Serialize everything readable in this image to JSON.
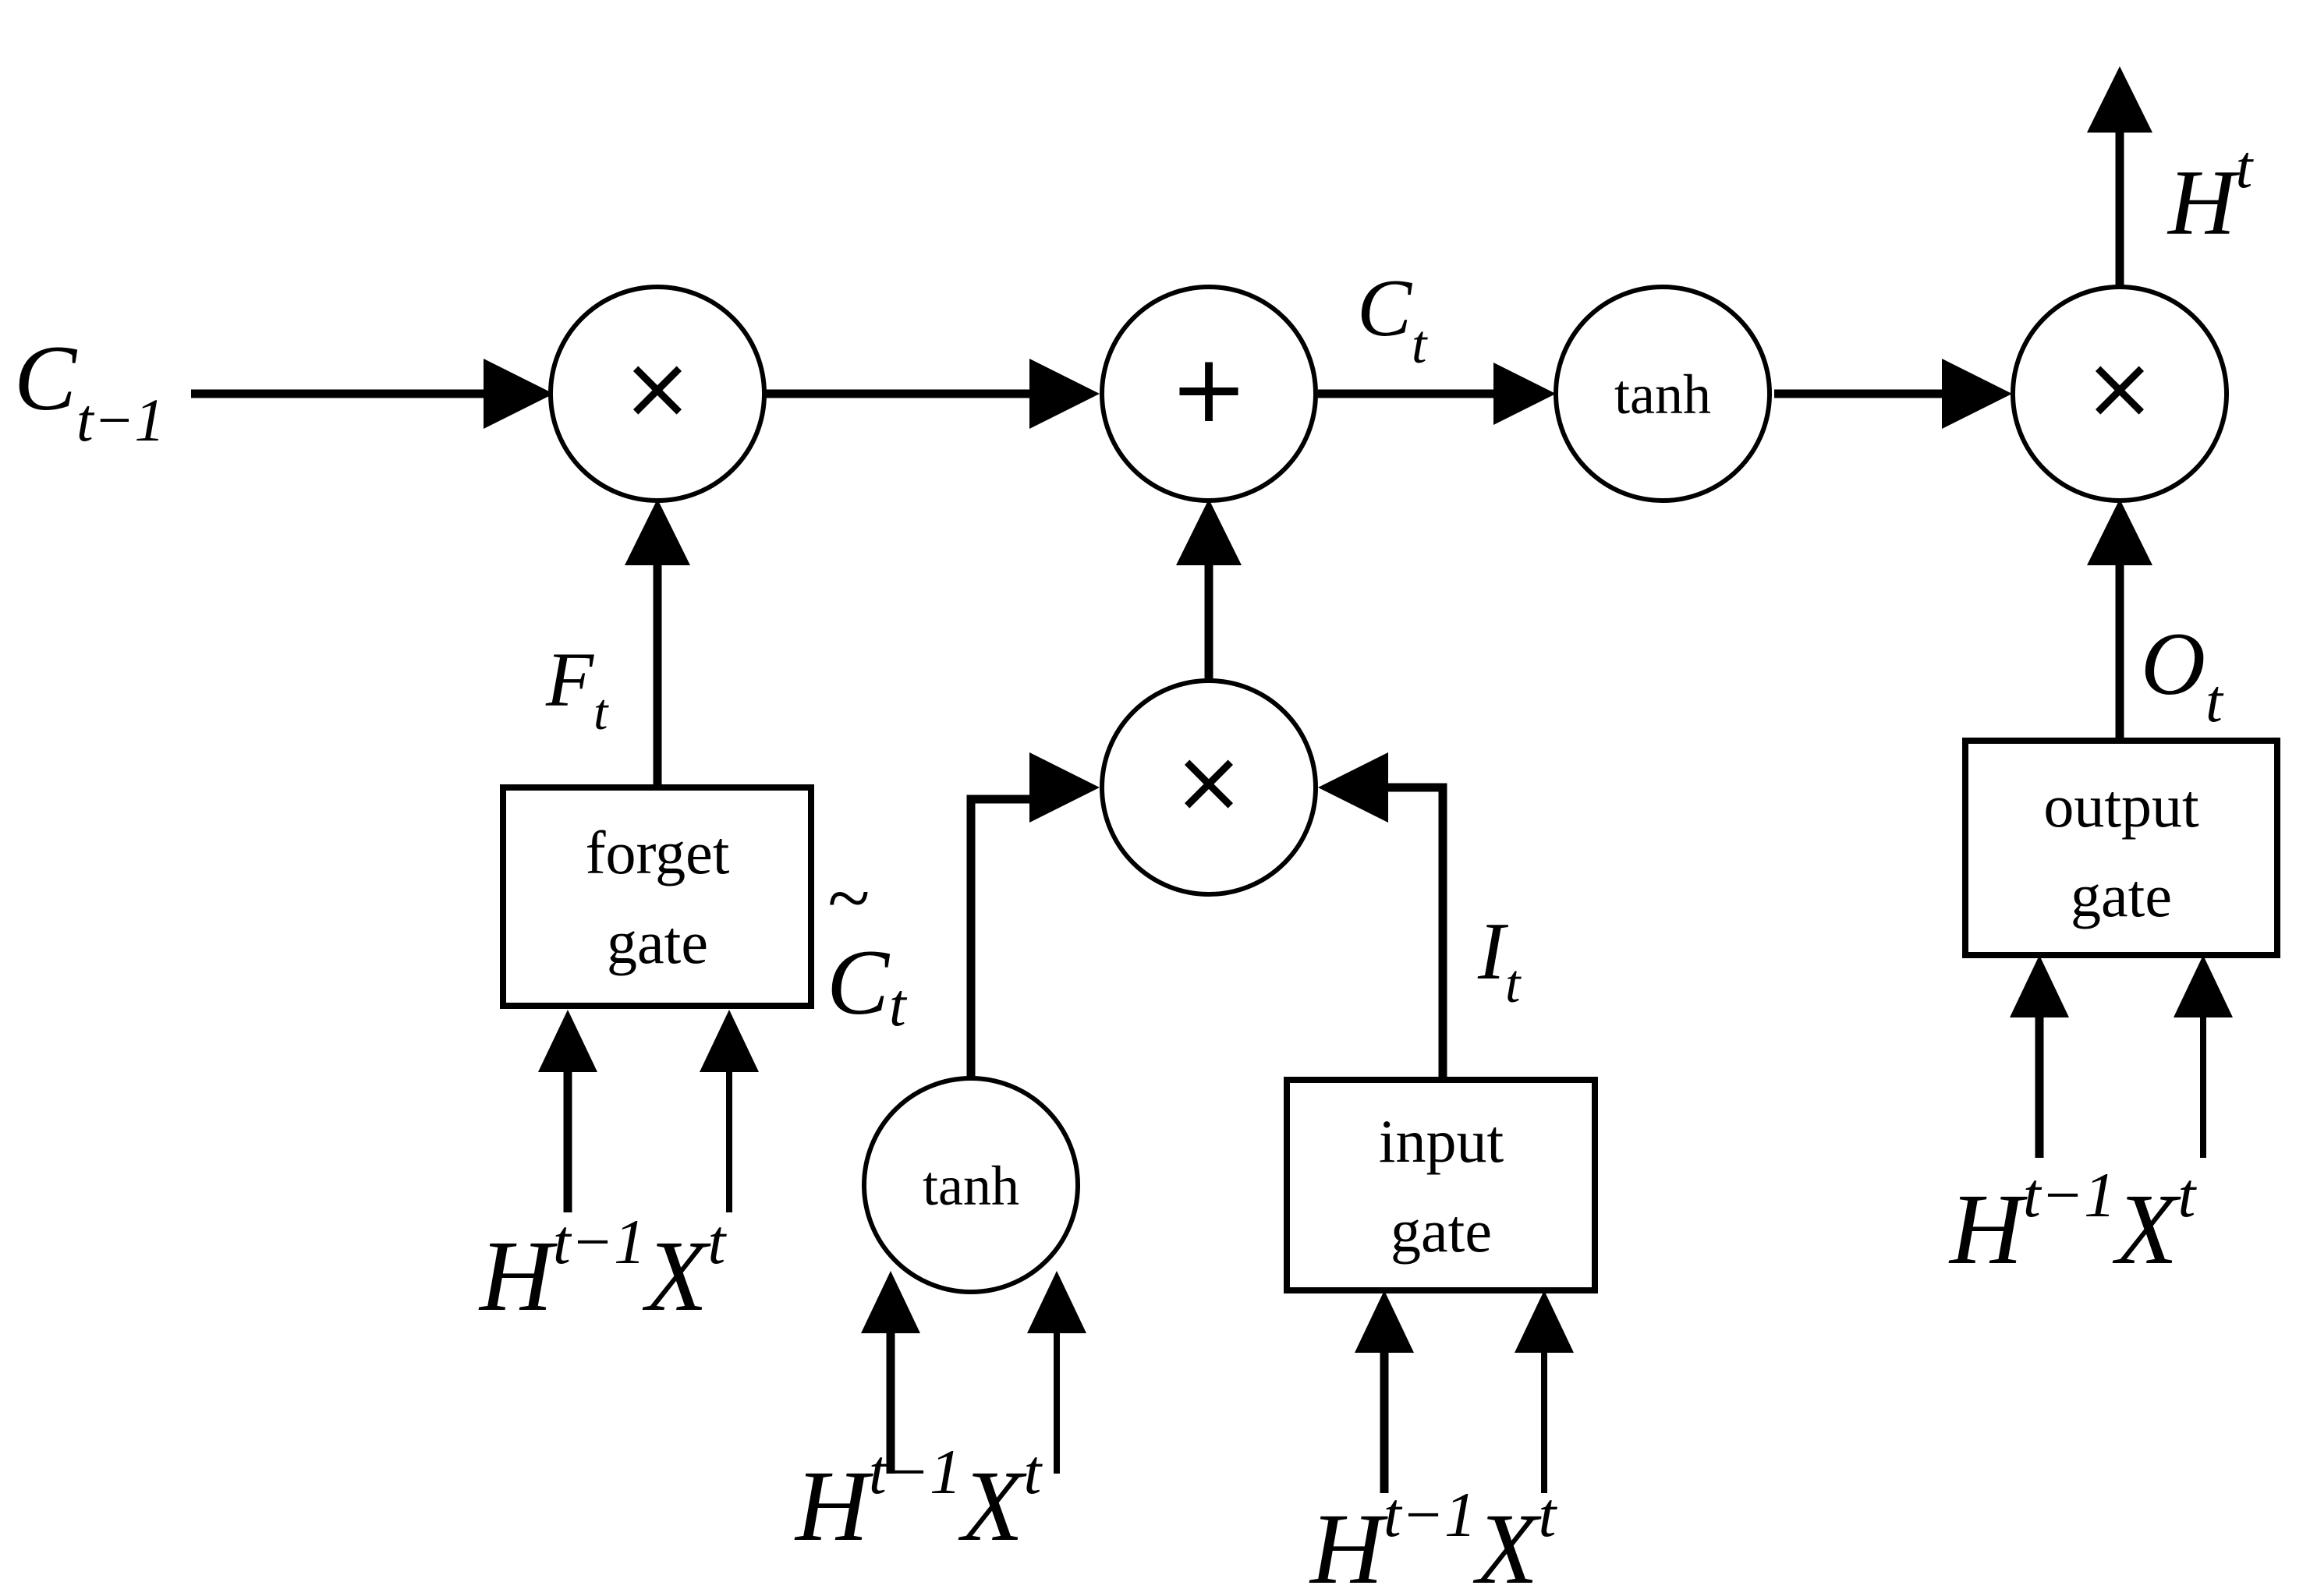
{
  "labels": {
    "c_prev": {
      "base": "C",
      "sub": "t−1"
    },
    "c_t": {
      "base": "C",
      "sub": "t"
    },
    "h_t": {
      "base": "H",
      "sup": "t"
    },
    "f_t": {
      "base": "F",
      "sub": "t"
    },
    "c_tilde": {
      "tilde": "~",
      "base": "C",
      "sub": "t"
    },
    "i_t": {
      "base": "I",
      "sub": "t"
    },
    "o_t": {
      "base": "O",
      "sub": "t"
    },
    "inputs": {
      "h": "H",
      "h_sup": "t−1",
      "x": "X",
      "x_sup": "t"
    }
  },
  "ops": {
    "multiply": "×",
    "add": "+",
    "tanh": "tanh"
  },
  "gates": {
    "forget": [
      "forget",
      "gate"
    ],
    "input": [
      "input",
      "gate"
    ],
    "output": [
      "output",
      "gate"
    ]
  }
}
